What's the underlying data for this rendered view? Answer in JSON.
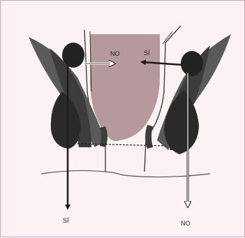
{
  "labels": {
    "top_left": "NO",
    "top_right": "SÍ",
    "bottom_left": "SÍ",
    "bottom_right": "NO"
  },
  "colors": {
    "border": "#d7a2b6",
    "background": "#fcf2f4",
    "lumen": "#a8898d",
    "muscle_dark": "#3c3c3c",
    "muscle_mid": "#5a5a5a",
    "arrow": "#1c1c1c"
  }
}
